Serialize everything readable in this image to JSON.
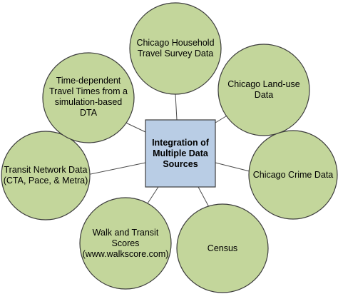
{
  "hub": {
    "label": "Integration of\nMultiple Data\nSources"
  },
  "nodes": [
    {
      "id": "household",
      "label": "Chicago Household\nTravel Survey Data"
    },
    {
      "id": "landuse",
      "label": "Chicago Land-use\nData"
    },
    {
      "id": "crime",
      "label": "Chicago Crime Data"
    },
    {
      "id": "census",
      "label": "Census"
    },
    {
      "id": "walkscore",
      "label": "Walk and Transit\nScores\n(www.walkscore.com)"
    },
    {
      "id": "transit",
      "label": "Transit Network Data\n(CTA, Pace, & Metra)"
    },
    {
      "id": "dta",
      "label": "Time-dependent\nTravel Times from a\nsimulation-based\nDTA"
    }
  ],
  "colors": {
    "bubble_fill": "#c3d69b",
    "hub_fill": "#b9cde5",
    "outline": "#3c3c3c"
  }
}
